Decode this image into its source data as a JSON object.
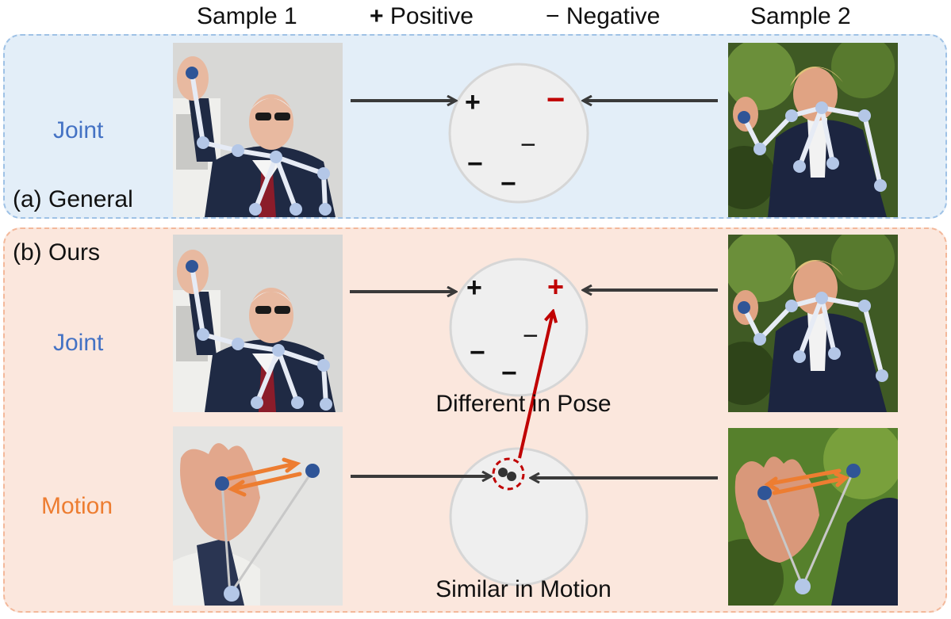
{
  "header": {
    "sample1": "Sample 1",
    "positive_symbol": "+",
    "positive_label": "Positive",
    "negative_symbol": "−",
    "negative_label": "Negative",
    "sample2": "Sample 2"
  },
  "panel_a": {
    "title": "(a) General",
    "row_label": "Joint",
    "embedding": {
      "signs": [
        "+",
        "−",
        "−",
        "−",
        "−"
      ],
      "highlight_sign": "−"
    }
  },
  "panel_b": {
    "title": "(b) Ours",
    "joint_row_label": "Joint",
    "motion_row_label": "Motion",
    "joint_caption": "Different in Pose",
    "motion_caption": "Similar in Motion",
    "embedding": {
      "signs": [
        "+",
        "+",
        "−",
        "−",
        "−"
      ],
      "highlight_sign": "+"
    }
  },
  "colors": {
    "panel_a_fill": "#e3eef8",
    "panel_a_border": "#9fc2e6",
    "panel_b_fill": "#fbe7dd",
    "panel_b_border": "#f3b89a",
    "joint_label": "#4472c4",
    "motion_label": "#ed7d31",
    "highlight": "#c00000",
    "keypoint": "#2f5597",
    "keypoint_light": "#b4c7e7",
    "motion_arrow": "#ed7d31",
    "circle_fill": "#efefef",
    "arrow": "#3a3a3a"
  }
}
